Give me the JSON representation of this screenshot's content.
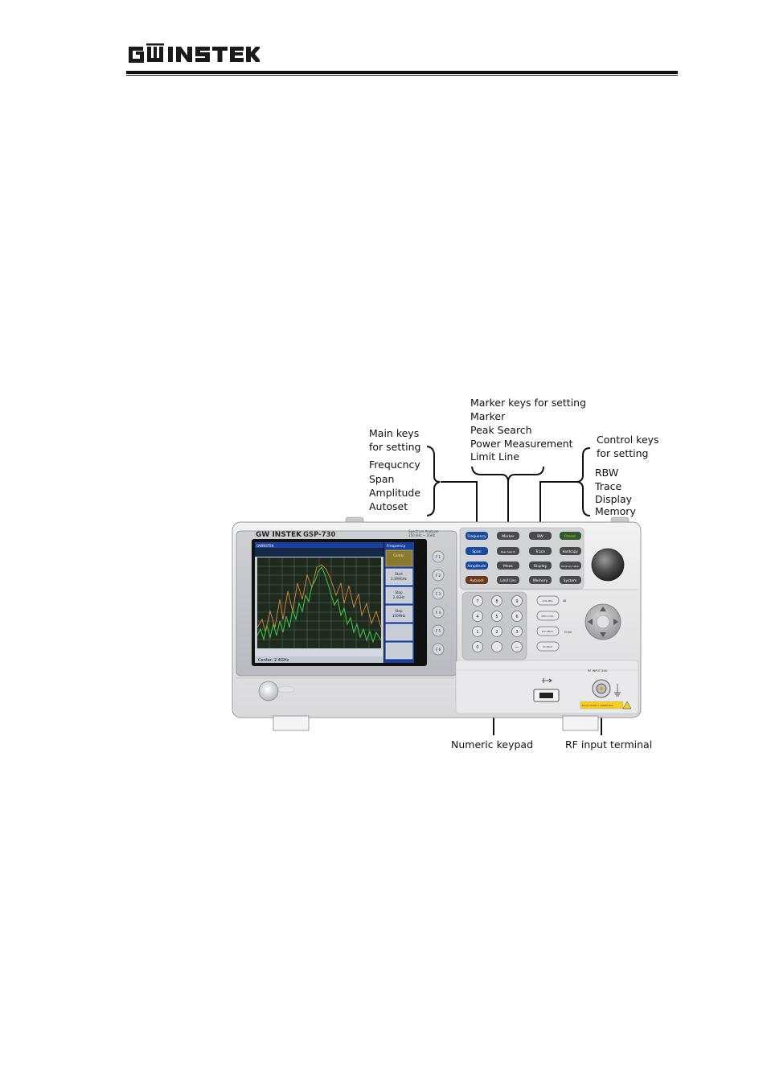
{
  "header": {
    "brand": "GW INSTEK"
  },
  "instrument": {
    "brand": "GW INSTEK",
    "model": "GSP-730",
    "subtitle_line1": "Spectrum Analyzer",
    "subtitle_line2": "150 kHz ~ 3GHz",
    "screen_brand": "GWINSTEK",
    "screen_center": "Center: 2.4GHz",
    "softkey_menu_title": "Frequency",
    "softkeys": [
      "Center",
      "Start",
      "Stop",
      "Step",
      "",
      ""
    ],
    "softkey_values": [
      "",
      "2.399GHz",
      "2.4GHz",
      "150MHz",
      "",
      ""
    ],
    "function_keys": [
      "F 1",
      "F 2",
      "F 3",
      "F 4",
      "F 5",
      "F 6"
    ],
    "main_keys": [
      "Frequency",
      "Span",
      "Amplitude",
      "Autoset"
    ],
    "marker_keys": [
      "Marker",
      "Peak Search",
      "Meas",
      "Limit Line"
    ],
    "control_keys": [
      "BW",
      "Trace",
      "Display",
      "Memory"
    ],
    "system_keys": [
      "Preset",
      "Hardcopy",
      "Hardcopy Setup",
      "System"
    ],
    "keypad": [
      "7",
      "8",
      "9",
      "4",
      "5",
      "6",
      "1",
      "2",
      "3",
      "0",
      ".",
      "—"
    ],
    "unit_keys": [
      "GHz dBm",
      "MHz mVolt",
      "kHz dBmV",
      "Hz dBuV"
    ],
    "unit_side_labels": [
      "dB",
      "Enter"
    ],
    "rf_input_label": "RF INPUT 50Ω",
    "warning_label": "DC 0V, 25 MAX / +30dBm MAX"
  },
  "callouts": {
    "main": {
      "heading": [
        "Main keys",
        "for setting"
      ],
      "items": [
        "Frequcncy",
        "Span",
        "Amplitude",
        "Autoset"
      ]
    },
    "marker": {
      "heading": [
        "Marker keys for setting"
      ],
      "items": [
        "Marker",
        "Peak Search",
        "Power Measurement",
        "Limit Line"
      ]
    },
    "control": {
      "heading": [
        "Control keys",
        "for setting"
      ],
      "items": [
        "RBW",
        "Trace",
        "Display",
        "Memory"
      ]
    },
    "keypad": "Numeric keypad",
    "rf": "RF input terminal"
  },
  "colors": {
    "panel": "#e4e4e6",
    "screen_bg": "#1f2a1f",
    "key_blue": "#1c4a9c",
    "key_dark": "#4a4a4a",
    "trace_green": "#3fbf3f",
    "trace_orange": "#d98a3a"
  }
}
